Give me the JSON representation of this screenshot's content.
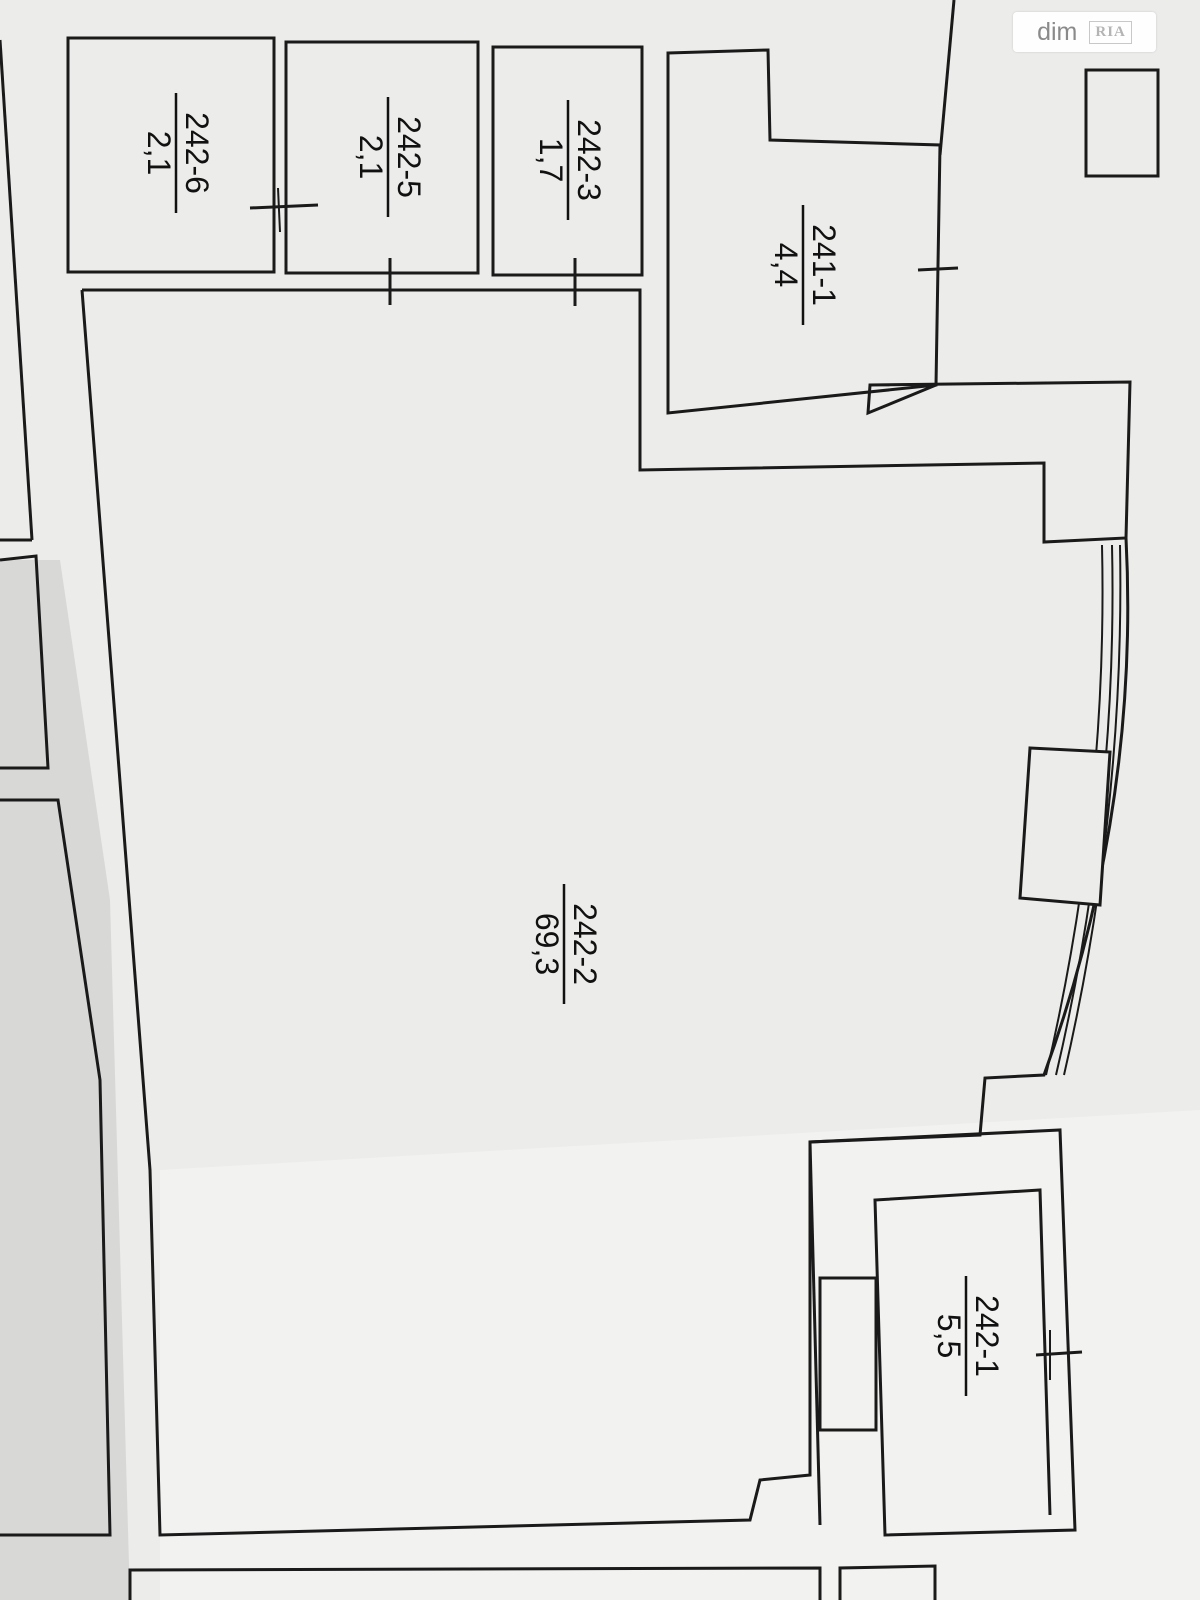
{
  "watermark": {
    "site": "dim",
    "logo": "RIA"
  },
  "rooms": [
    {
      "id": "241-1",
      "area": "4,4"
    },
    {
      "id": "242-3",
      "area": "1,7"
    },
    {
      "id": "242-5",
      "area": "2,1"
    },
    {
      "id": "242-6",
      "area": "2,1"
    },
    {
      "id": "242-2",
      "area": "69,3"
    },
    {
      "id": "242-1",
      "area": "5,5"
    }
  ],
  "colors": {
    "paper": "#ededeb",
    "wall": "#1a1a1a",
    "shadow": "#cfcfcd"
  }
}
